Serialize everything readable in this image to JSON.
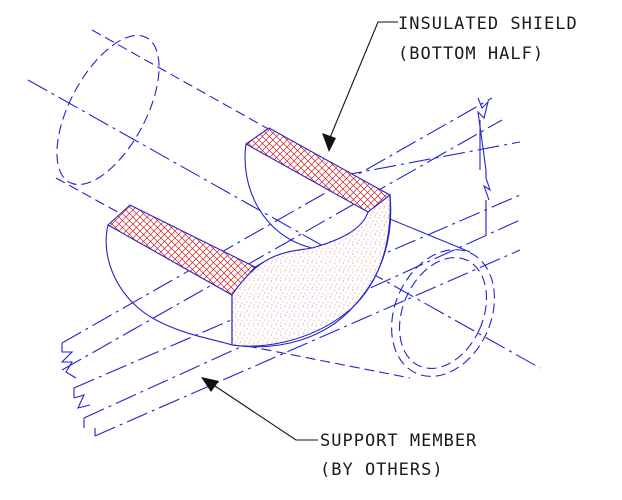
{
  "drawing": {
    "labels": {
      "insulated_shield_line1": "INSULATED SHIELD",
      "insulated_shield_line2": "(BOTTOM HALF)",
      "support_member_line1": "SUPPORT MEMBER",
      "support_member_line2": "(BY OTHERS)"
    },
    "colors": {
      "line": "#2424c8",
      "hatch": "#cc2222",
      "stipple": "#e06a6a",
      "text": "#1a1a1a",
      "background": "#ffffff"
    }
  }
}
